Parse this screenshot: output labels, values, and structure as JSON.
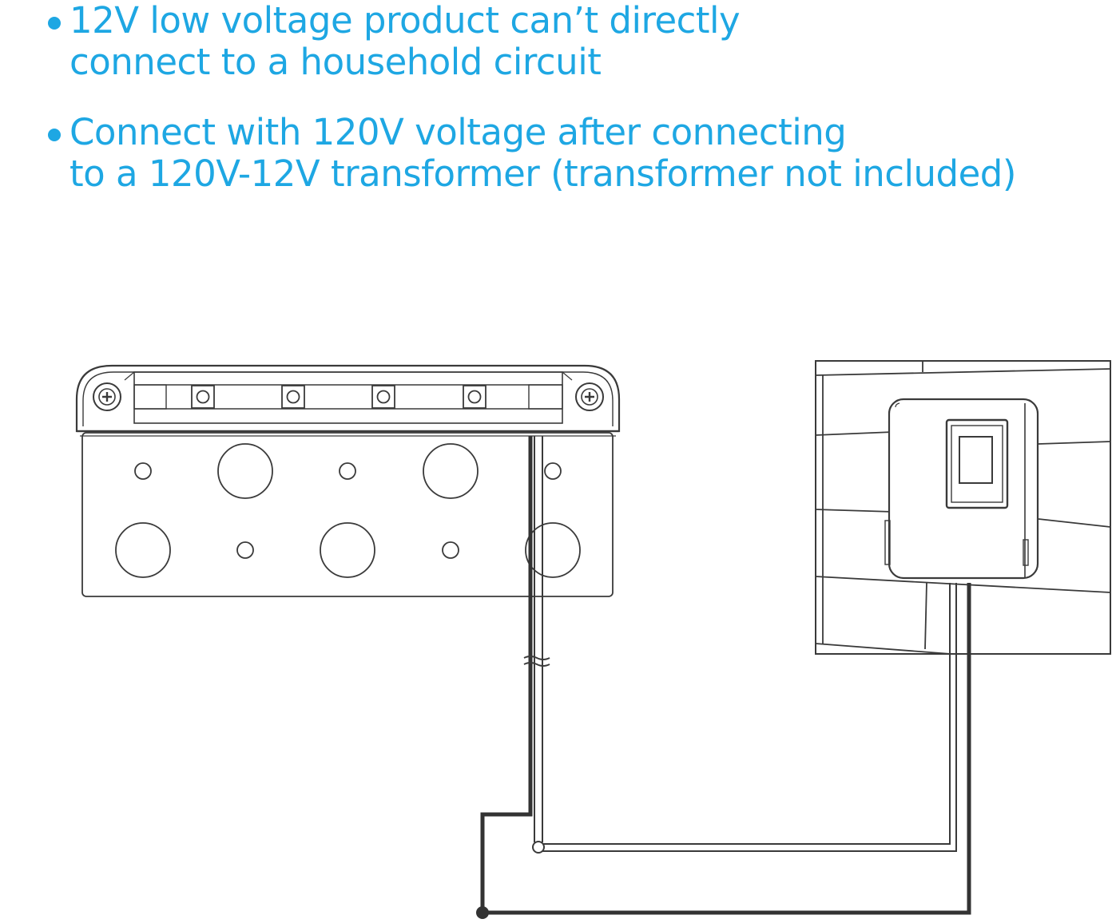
{
  "notes": [
    {
      "line1": "12V low voltage product can’t directly",
      "line2": "connect to a household circuit"
    },
    {
      "line1": "Connect with 120V voltage after connecting",
      "line2": "to a 120V-12V transformer (transformer not included)"
    }
  ],
  "colors": {
    "accent_text": "#1ea7e3",
    "line_art": "#3a3a3a",
    "wire": "#333333",
    "background": "#ffffff"
  },
  "icons": {
    "fixture": "step-light-fixture-icon",
    "outlet": "wall-outlet-icon",
    "transformer": "plug-in-transformer-icon",
    "screw": "phillips-screw-icon",
    "cable_break": "cable-break-symbol-icon"
  }
}
